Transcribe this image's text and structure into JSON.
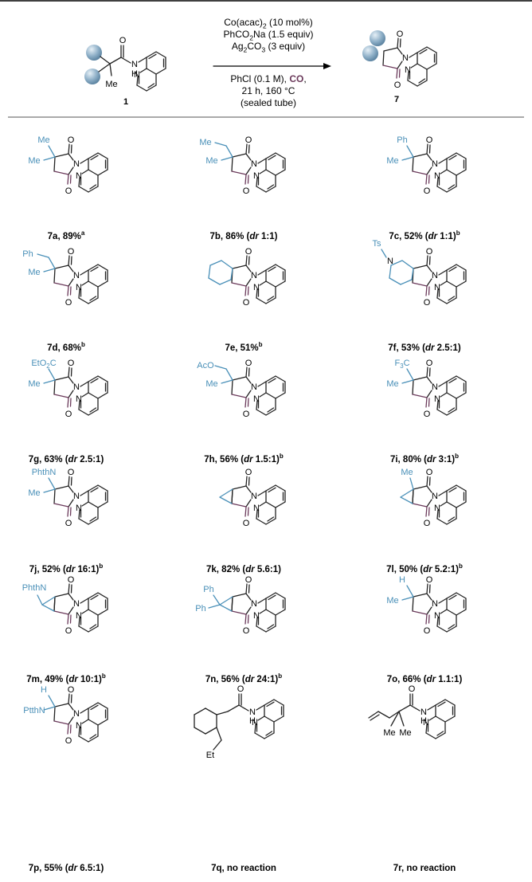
{
  "header": {
    "conditions_top": [
      "Co(acac)2 (10 mol%)",
      "PhCO2Na (1.5 equiv)",
      "Ag2CO3 (3 equiv)"
    ],
    "conditions_bottom": [
      "PhCl (0.1 M), CO,",
      "21 h, 160 °C",
      "(sealed tube)"
    ],
    "substrate_number": "1",
    "product_number": "7",
    "atom_o": "O",
    "atom_n": "N",
    "atom_h": "H",
    "group_me": "Me"
  },
  "compounds": [
    {
      "id": "7a",
      "text": ", 89%",
      "sup": "a",
      "sub": "Me",
      "sub2": "Me"
    },
    {
      "id": "7b",
      "text": ", 86% (dr 1:1)",
      "sup": "",
      "sub": "Me",
      "sub2": "Me"
    },
    {
      "id": "7c",
      "text": ", 52% (dr 1:1)",
      "sup": "b",
      "sub": "Ph",
      "sub2": "Me"
    },
    {
      "id": "7d",
      "text": ", 68%",
      "sup": "b",
      "sub": "Ph",
      "sub2": "Me"
    },
    {
      "id": "7e",
      "text": ", 51%",
      "sup": "b",
      "sub": "",
      "sub2": ""
    },
    {
      "id": "7f",
      "text": ", 53% (dr 2.5:1)",
      "sup": "",
      "sub": "Ts",
      "sub2": "N"
    },
    {
      "id": "7g",
      "text": ", 63% (dr 2.5:1)",
      "sup": "",
      "sub": "EtO2C",
      "sub2": "Me"
    },
    {
      "id": "7h",
      "text": ", 56% (dr 1.5:1)",
      "sup": "b",
      "sub": "AcO",
      "sub2": "Me"
    },
    {
      "id": "7i",
      "text": ", 80% (dr 3:1)",
      "sup": "b",
      "sub": "F3C",
      "sub2": "Me"
    },
    {
      "id": "7j",
      "text": ", 52% (dr 16:1)",
      "sup": "b",
      "sub": "PhthN",
      "sub2": "Me"
    },
    {
      "id": "7k",
      "text": ", 82% (dr 5.6:1)",
      "sup": "",
      "sub": "",
      "sub2": ""
    },
    {
      "id": "7l",
      "text": ", 50% (dr 5.2:1)",
      "sup": "b",
      "sub": "Me",
      "sub2": ""
    },
    {
      "id": "7m",
      "text": ", 49% (dr 10:1)",
      "sup": "b",
      "sub": "PhthN",
      "sub2": ""
    },
    {
      "id": "7n",
      "text": ", 56% (dr 24:1)",
      "sup": "b",
      "sub": "Ph",
      "sub2": "Ph"
    },
    {
      "id": "7o",
      "text": ", 66% (dr 1.1:1)",
      "sup": "",
      "sub": "H",
      "sub2": "Me"
    },
    {
      "id": "7p",
      "text": ", 55% (dr 6.5:1)",
      "sup": "",
      "sub": "H",
      "sub2": "PtthN"
    },
    {
      "id": "7q",
      "text": ", no reaction",
      "sup": "",
      "sub": "Et",
      "sub2": ""
    },
    {
      "id": "7r",
      "text": ", no reaction",
      "sup": "",
      "sub": "Me",
      "sub2": "Me"
    }
  ],
  "colors": {
    "substituent": "#4a90b8",
    "carbonyl": "#6b3a5b",
    "bond": "#222222",
    "sphere": "#8fb0c8"
  }
}
